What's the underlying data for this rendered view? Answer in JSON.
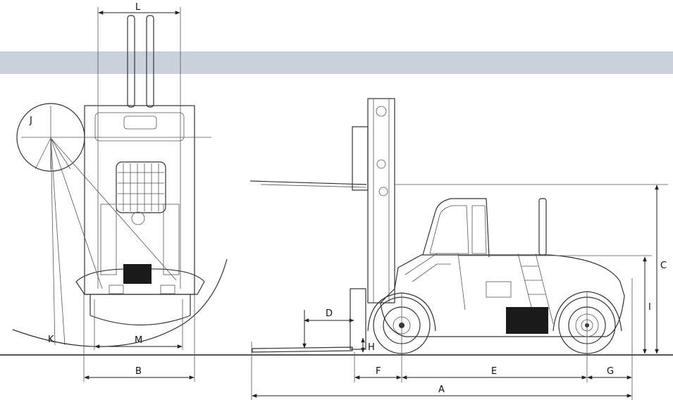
{
  "colors": {
    "band": "#c9d1da",
    "line": "#222222",
    "background": "#ffffff"
  },
  "labels": {
    "L": "L",
    "J": "J",
    "K": "K",
    "M": "M",
    "B": "B",
    "D": "D",
    "H": "H",
    "F": "F",
    "E": "E",
    "G": "G",
    "A": "A",
    "C": "C",
    "I": "I"
  }
}
